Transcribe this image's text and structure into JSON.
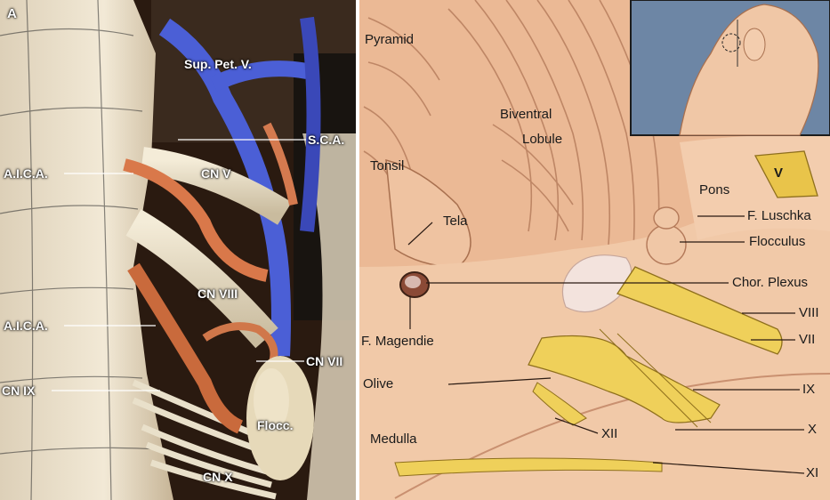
{
  "left_photo": {
    "panel_letter": "A",
    "labels": {
      "sup_pet_v": "Sup. Pet. V.",
      "sca": "S.C.A.",
      "aica_upper": "A.I.C.A.",
      "cn_v": "CN V",
      "cn_viii": "CN VIII",
      "aica_lower": "A.I.C.A.",
      "cn_vii": "CN VII",
      "cn_ix": "CN IX",
      "flocc": "Flocc.",
      "cn_x": "CN X"
    }
  },
  "right_illustration": {
    "labels": {
      "pyramid": "Pyramid",
      "biventral": "Biventral",
      "lobule": "Lobule",
      "tonsil": "Tonsil",
      "tela": "Tela",
      "pons": "Pons",
      "v": "V",
      "f_luschka": "F. Luschka",
      "flocculus": "Flocculus",
      "chor_plexus": "Chor. Plexus",
      "f_magendie": "F. Magendie",
      "viii": "VIII",
      "vii": "VII",
      "olive": "Olive",
      "ix": "IX",
      "xii": "XII",
      "x": "X",
      "medulla": "Medulla",
      "xi": "XI"
    }
  }
}
